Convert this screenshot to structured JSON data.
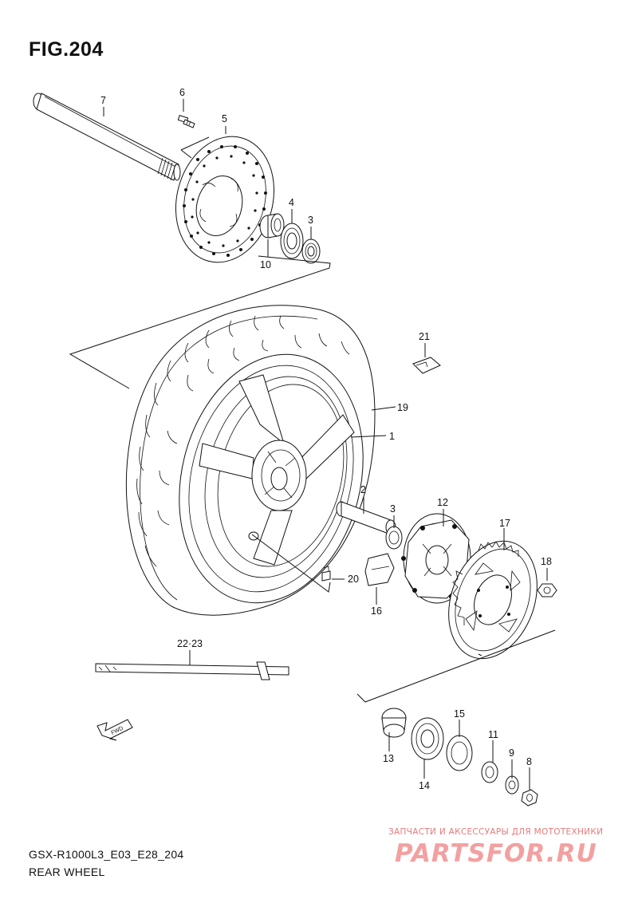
{
  "figure": {
    "title": "FIG.204",
    "model_code": "GSX-R1000L3_E03_E28_204",
    "caption": "REAR WHEEL",
    "fwd_label": "FWD"
  },
  "callouts": [
    {
      "id": "c1",
      "label": "1"
    },
    {
      "id": "c2",
      "label": "2"
    },
    {
      "id": "c3a",
      "label": "3"
    },
    {
      "id": "c3b",
      "label": "3"
    },
    {
      "id": "c4",
      "label": "4"
    },
    {
      "id": "c5",
      "label": "5"
    },
    {
      "id": "c6",
      "label": "6"
    },
    {
      "id": "c7",
      "label": "7"
    },
    {
      "id": "c8",
      "label": "8"
    },
    {
      "id": "c9",
      "label": "9"
    },
    {
      "id": "c10",
      "label": "10"
    },
    {
      "id": "c11",
      "label": "11"
    },
    {
      "id": "c12",
      "label": "12"
    },
    {
      "id": "c13",
      "label": "13"
    },
    {
      "id": "c14",
      "label": "14"
    },
    {
      "id": "c15",
      "label": "15"
    },
    {
      "id": "c16",
      "label": "16"
    },
    {
      "id": "c17",
      "label": "17"
    },
    {
      "id": "c18",
      "label": "18"
    },
    {
      "id": "c19",
      "label": "19"
    },
    {
      "id": "c20",
      "label": "20"
    },
    {
      "id": "c21",
      "label": "21"
    },
    {
      "id": "c2223",
      "label": "22·23"
    }
  ],
  "watermark": {
    "subtitle": "ЗАПЧАСТИ И АКСЕССУАРЫ ДЛЯ МОТОТЕХНИКИ",
    "logo": "PARTSFOR.RU"
  }
}
